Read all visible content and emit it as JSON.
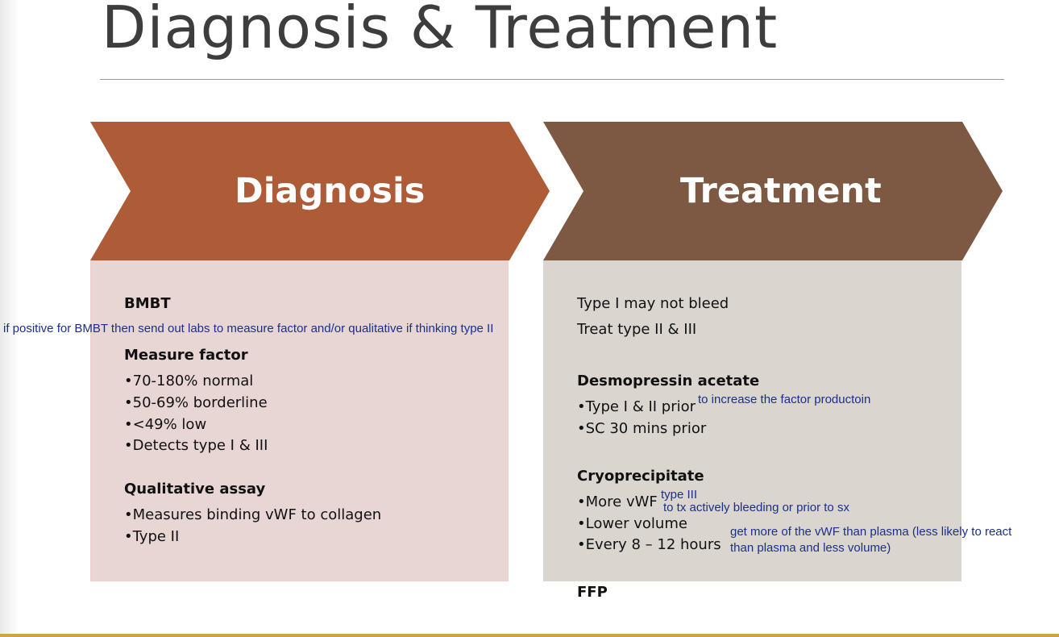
{
  "slide": {
    "title": "Diagnosis & Treatment",
    "colors": {
      "diagnosis_arrow": "#ad5c37",
      "treatment_arrow": "#7d5843",
      "diagnosis_panel": "#e8d6d4",
      "treatment_panel": "#dbd5d0",
      "annotation_ink": "#1a2f8a"
    }
  },
  "diagnosis": {
    "heading": "Diagnosis",
    "bmbt": "BMBT",
    "measure_factor": "Measure factor",
    "measure_items": [
      "•70-180% normal",
      "•50-69% borderline",
      "•<49% low",
      "•Detects type I & III"
    ],
    "qualitative": "Qualitative assay",
    "qualitative_items": [
      "•Measures binding vWF to collagen",
      "•Type II"
    ]
  },
  "treatment": {
    "heading": "Treatment",
    "line1": "Type I may not bleed",
    "line2": "Treat type II & III",
    "desmopressin": "Desmopressin acetate",
    "desmo_items": [
      "•Type I & II prior",
      "•SC 30 mins prior"
    ],
    "cryo": "Cryoprecipitate",
    "cryo_items": [
      "•More vWF",
      "•Lower volume",
      "•Every 8 – 12 hours"
    ],
    "ffp": "FFP"
  },
  "annotations": {
    "bmbt_note": "if positive for BMBT then send out labs to measure factor and/or qualitative if thinking type II",
    "desmo_note": "to increase the factor productoin",
    "type3_note": "type III",
    "bleeding_note": "to tx actively bleeding or prior to sx",
    "vwf_note_line1": "get more of the vWF than plasma (less likely to react",
    "vwf_note_line2": "than plasma and less volume)"
  }
}
